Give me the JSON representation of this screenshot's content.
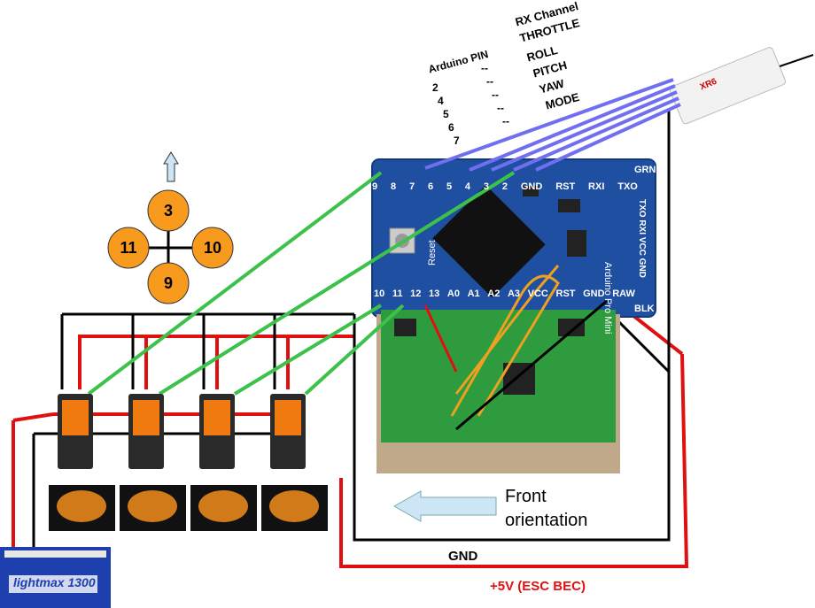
{
  "legend": {
    "header_pin": "Arduino PIN",
    "header_rx": "RX Channel",
    "pins": [
      "2",
      "4",
      "5",
      "6",
      "7"
    ],
    "dashes": [
      "--",
      "--",
      "--",
      "--",
      "--"
    ],
    "channels": [
      "THROTTLE",
      "ROLL",
      "PITCH",
      "YAW",
      "MODE"
    ]
  },
  "layout_quad": {
    "front": "3",
    "left": "11",
    "right": "10",
    "rear": "9"
  },
  "board": {
    "top_pins": [
      "9",
      "8",
      "7",
      "6",
      "5",
      "4",
      "3",
      "2",
      "GND",
      "RST",
      "RXI",
      "TXO"
    ],
    "bottom_pins": [
      "10",
      "11",
      "12",
      "13",
      "A0",
      "A1",
      "A2",
      "A3",
      "VCC",
      "RST",
      "GND",
      "RAW"
    ],
    "right_top": "GRN",
    "right_bottom": "BLK",
    "name": "Arduino Pro Mini",
    "right_side": "TXO RXI VCC GND",
    "reset": "Reset"
  },
  "labels": {
    "front_orientation": "Front orientation",
    "gnd": "GND",
    "power": "+5V (ESC BEC)",
    "receiver_brand": "XR6",
    "battery_brand": "lightmax 1300"
  },
  "colors": {
    "board_blue": "#1f4fa0",
    "wire_green": "#3cc24a",
    "wire_red": "#e01010",
    "wire_black": "#000000",
    "wire_purple": "#6f6ff0",
    "wire_orange": "#f0a020",
    "motor_orange": "#f79a1e",
    "pcb_green": "#2e9b3e"
  }
}
